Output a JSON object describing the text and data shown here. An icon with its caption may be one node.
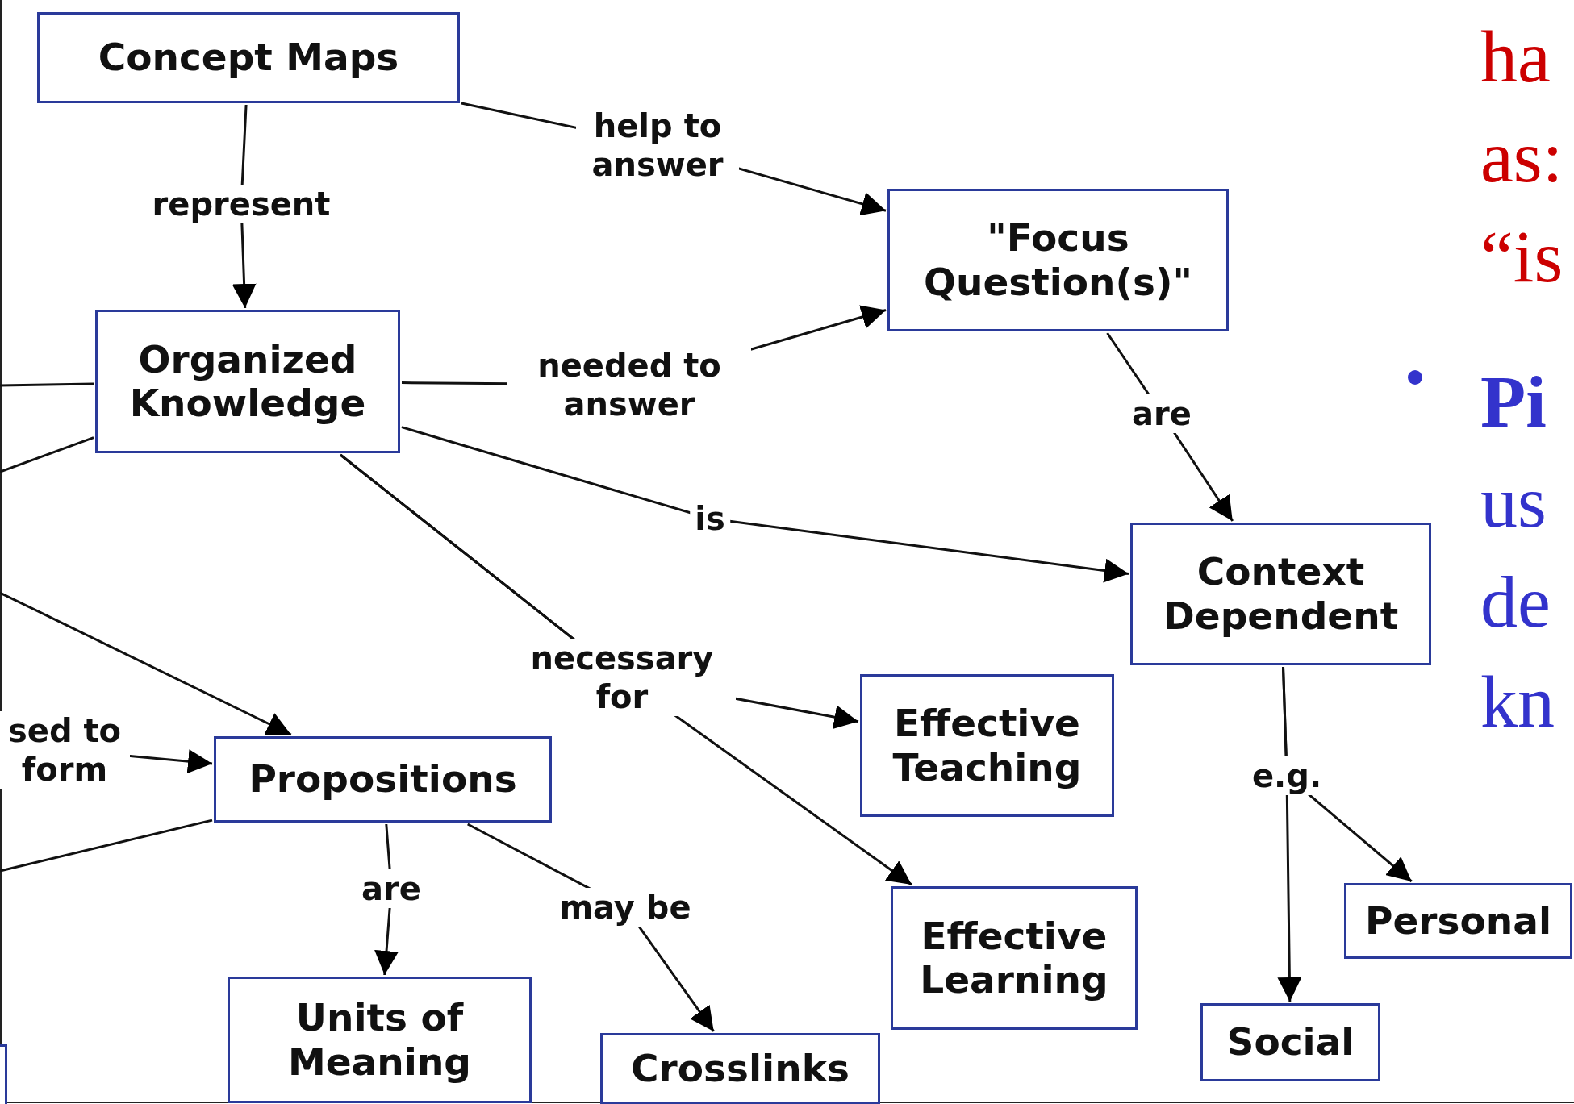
{
  "diagram": {
    "nodes": [
      {
        "text": [
          "Concept Maps"
        ]
      },
      {
        "text": [
          "\"Focus Question(s)\""
        ]
      },
      {
        "text": [
          "Organized Knowledge"
        ]
      },
      {
        "text": [
          "Context Dependent"
        ]
      },
      {
        "text": [
          "Effective Teaching"
        ]
      },
      {
        "text": [
          "Propositions"
        ]
      },
      {
        "text": [
          "Effective Learning"
        ]
      },
      {
        "text": [
          "Personal"
        ]
      },
      {
        "text": [
          "Social"
        ]
      },
      {
        "text": [],
        "shape": "box"
      },
      {
        "text": [
          "Units of Meaning"
        ]
      },
      {
        "text": [
          "Crosslinks"
        ]
      }
    ],
    "edges": [
      {
        "from": 0,
        "to": 2,
        "arrow": "to",
        "label": "represent"
      },
      {
        "from": 0,
        "to": 1,
        "arrow": "to",
        "label": "help to answer"
      },
      {
        "from": 2,
        "to": 1,
        "arrow": "to",
        "label": "needed to answer"
      },
      {
        "from": 2,
        "to": 3,
        "arrow": "to",
        "label": "is"
      },
      {
        "from": 2,
        "to": 4,
        "arrow": "to",
        "label": "necessary for"
      },
      {
        "from": 2,
        "to": 6,
        "arrow": "to"
      },
      {
        "from": 1,
        "to": 3,
        "arrow": "to",
        "label": "are"
      },
      {
        "from": 3,
        "to": 8,
        "arrow": "to",
        "label": "e.g."
      },
      {
        "from": 3,
        "to": 7,
        "arrow": "to"
      },
      {
        "from": 5,
        "to": 10,
        "arrow": "to",
        "label": "are"
      },
      {
        "from": 5,
        "to": 11,
        "arrow": "to",
        "label": "may be"
      },
      {
        "from": null,
        "to": 5,
        "arrow": "to",
        "label": "sed to form"
      },
      {
        "from": null,
        "to": 5,
        "arrow": "to"
      },
      {
        "from": 2,
        "to": null,
        "arrow": "none"
      },
      {
        "from": 2,
        "to": null,
        "arrow": "none"
      },
      {
        "from": 5,
        "to": null,
        "arrow": "none"
      }
    ],
    "labels": [
      "ha as: “is",
      "**Pi** us de kn"
    ]
  }
}
